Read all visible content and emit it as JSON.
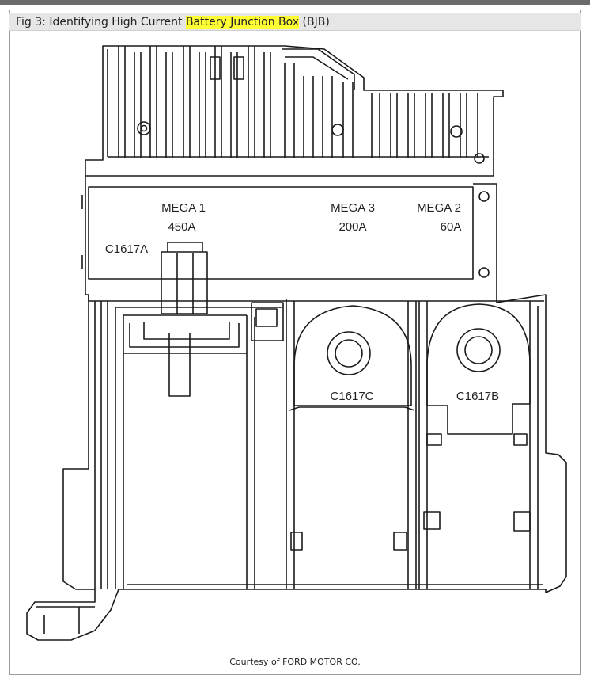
{
  "figure": {
    "caption_prefix": "Fig 3: Identifying High Current ",
    "caption_highlight": "Battery Junction Box",
    "caption_suffix": " (BJB)",
    "highlight_color": "#ffff33"
  },
  "labels": {
    "mega1_name": "MEGA 1",
    "mega1_rating": "450A",
    "mega3_name": "MEGA 3",
    "mega3_rating": "200A",
    "mega2_name": "MEGA 2",
    "mega2_rating": "60A",
    "c1617a": "C1617A",
    "c1617c": "C1617C",
    "c1617b": "C1617B"
  },
  "credit": "Courtesy of FORD MOTOR CO."
}
